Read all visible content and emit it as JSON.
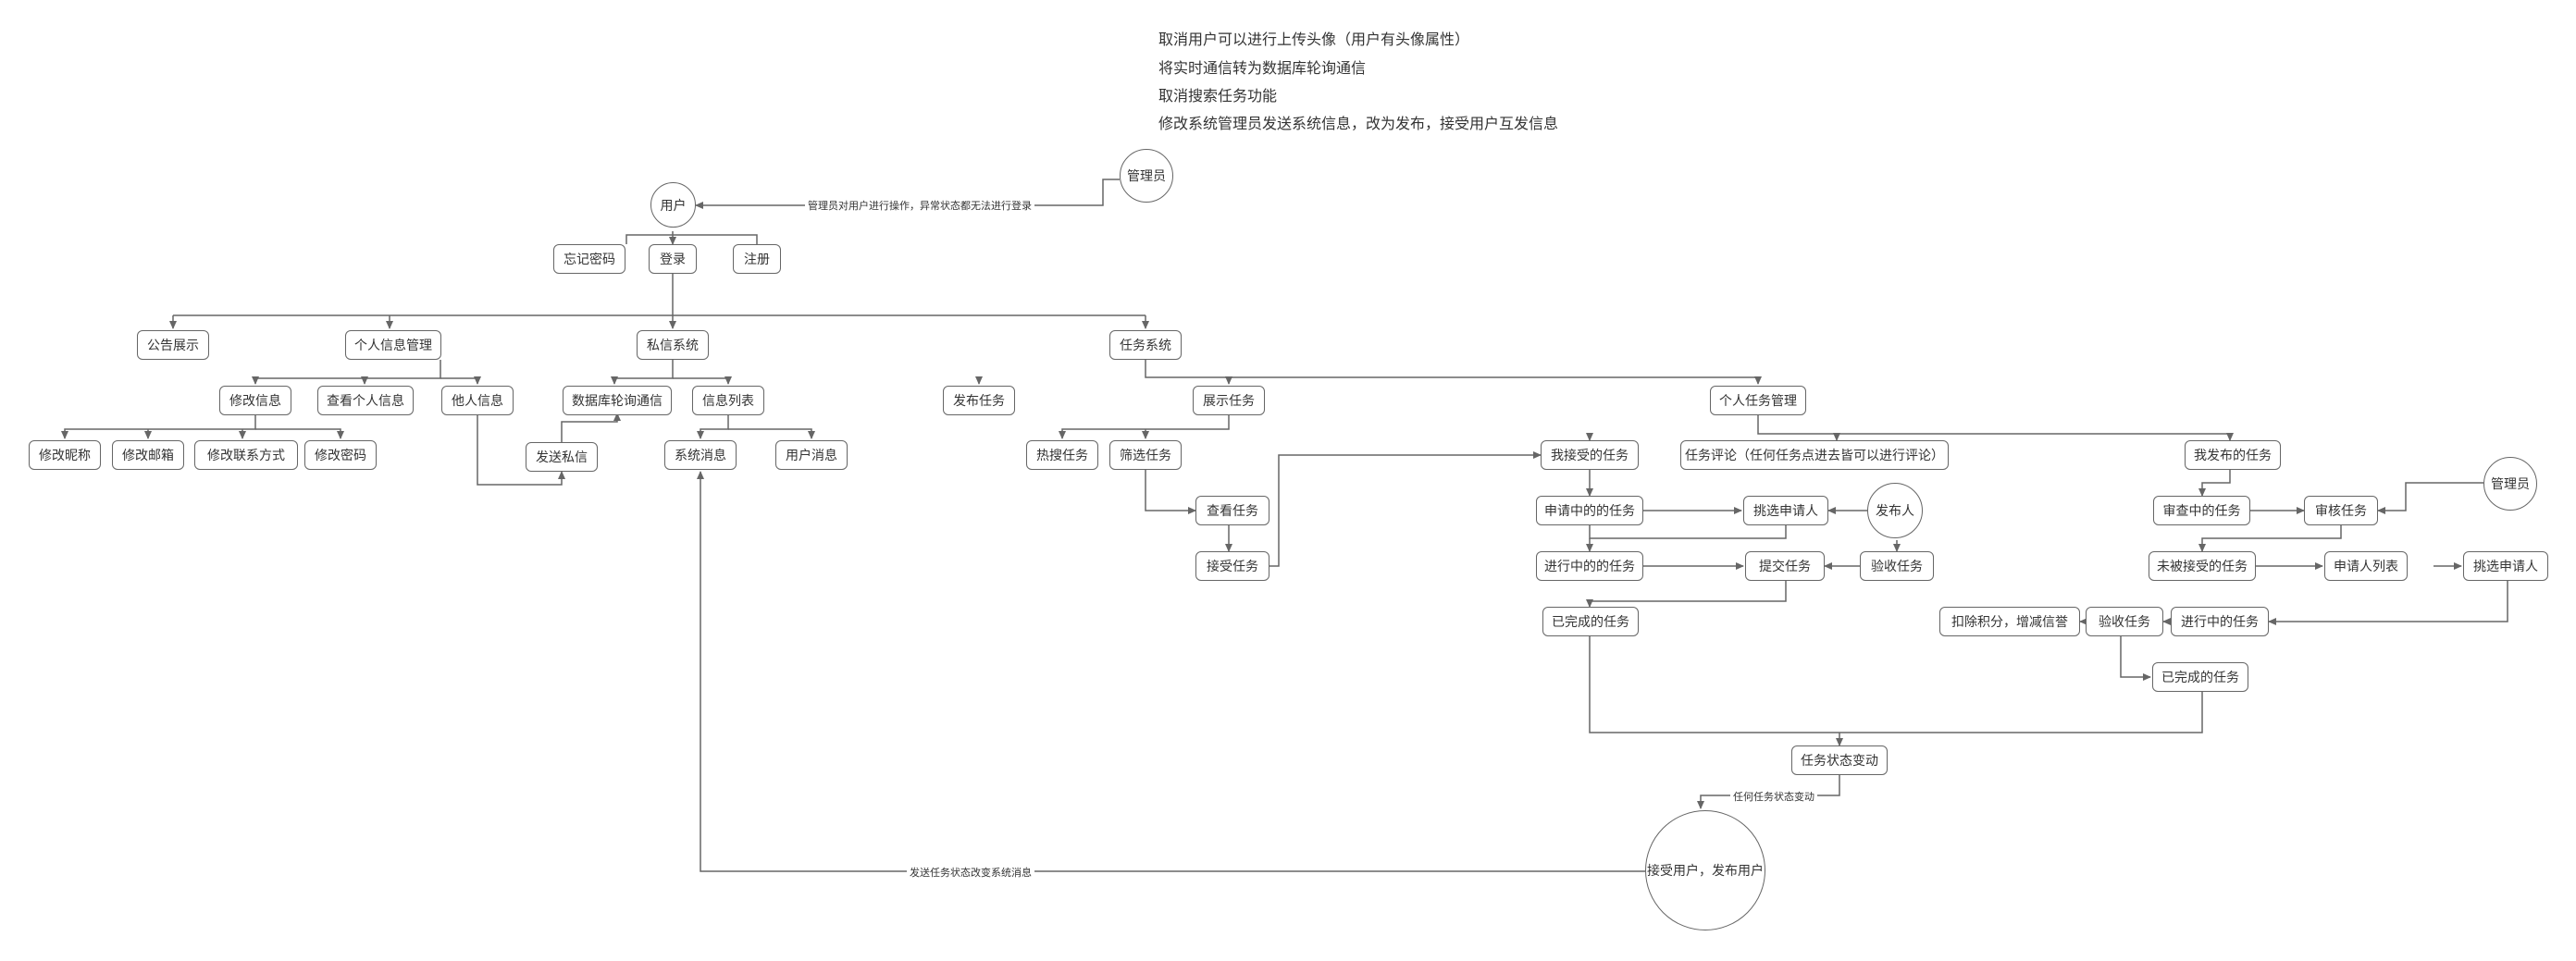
{
  "notes": [
    "取消用户可以进行上传头像（用户有头像属性）",
    "将实时通信转为数据库轮询通信",
    "取消搜索任务功能",
    "修改系统管理员发送系统信息，改为发布，接受用户互发信息"
  ],
  "actors": {
    "admin_top": "管理员",
    "user": "用户",
    "publisher": "发布人",
    "admin_right": "管理员",
    "receiver_publisher": "接受用户，发布用户"
  },
  "nodes": {
    "forgot_password": "忘记密码",
    "login": "登录",
    "register": "注册",
    "announcement": "公告展示",
    "personal_info_mgmt": "个人信息管理",
    "private_msg_system": "私信系统",
    "task_system": "任务系统",
    "edit_info": "修改信息",
    "view_personal_info": "查看个人信息",
    "others_info": "他人信息",
    "db_polling": "数据库轮询通信",
    "msg_list": "信息列表",
    "publish_task": "发布任务",
    "show_tasks": "展示任务",
    "personal_task_mgmt": "个人任务管理",
    "edit_nickname": "修改昵称",
    "edit_email": "修改邮箱",
    "edit_contact": "修改联系方式",
    "edit_password": "修改密码",
    "send_private_msg": "发送私信",
    "system_msg": "系统消息",
    "user_msg": "用户消息",
    "hot_tasks": "热搜任务",
    "filter_tasks": "筛选任务",
    "view_task": "查看任务",
    "accept_task": "接受任务",
    "my_accepted": "我接受的任务",
    "task_comment": "任务评论（任何任务点进去皆可以进行评论）",
    "my_published": "我发布的任务",
    "applying": "申请中的的任务",
    "pick_applicant": "挑选申请人",
    "in_progress_a": "进行中的的任务",
    "submit_task": "提交任务",
    "accept_check": "验收任务",
    "completed_a": "已完成的任务",
    "reviewing": "审查中的任务",
    "audit_task": "审核任务",
    "not_accepted": "未被接受的任务",
    "applicant_list": "申请人列表",
    "pick_applicant_r": "挑选申请人",
    "in_progress_r": "进行中的任务",
    "accept_check_r": "验收任务",
    "deduct_points": "扣除积分，增减信誉",
    "completed_r": "已完成的任务",
    "task_status_change": "任务状态变动"
  },
  "edge_labels": {
    "admin_to_user": "管理员对用户进行操作，异常状态都无法进行登录",
    "status_change": "任何任务状态变动",
    "send_system_msg": "发送任务状态改变系统消息"
  },
  "colors": {
    "stroke": "#666666",
    "text": "#333333",
    "background": "#ffffff"
  }
}
